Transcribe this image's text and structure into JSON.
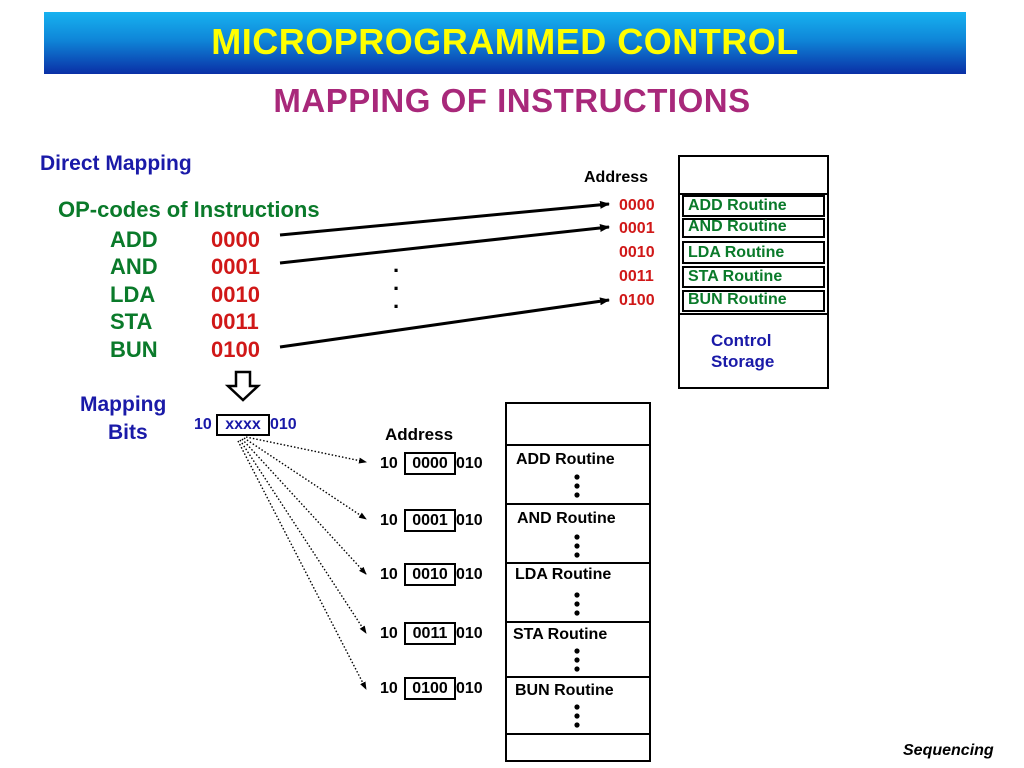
{
  "title": "MICROPROGRAMMED  CONTROL",
  "subtitle": "MAPPING  OF  INSTRUCTIONS",
  "direct_mapping": {
    "heading": "Direct Mapping",
    "opcodes_heading": "OP-codes of Instructions",
    "instructions": [
      {
        "name": "ADD",
        "code": "0000"
      },
      {
        "name": "AND",
        "code": "0001"
      },
      {
        "name": "LDA",
        "code": "0010"
      },
      {
        "name": "STA",
        "code": "0011"
      },
      {
        "name": "BUN",
        "code": "0100"
      }
    ],
    "ellipsis": ".",
    "address_label": "Address",
    "addresses": [
      "0000",
      "0001",
      "0010",
      "0011",
      "0100"
    ],
    "routines": [
      "ADD Routine",
      "AND Routine",
      "LDA Routine",
      "STA Routine",
      "BUN Routine"
    ],
    "storage_label_line1": "Control",
    "storage_label_line2": "Storage"
  },
  "mapping_bits": {
    "label_line1": "Mapping",
    "label_line2": "Bits",
    "pattern": {
      "prefix": "10",
      "field": "xxxx",
      "suffix": "010"
    },
    "address_label": "Address",
    "addresses": [
      {
        "prefix": "10",
        "field": "0000",
        "suffix": "010"
      },
      {
        "prefix": "10",
        "field": "0001",
        "suffix": "010"
      },
      {
        "prefix": "10",
        "field": "0010",
        "suffix": "010"
      },
      {
        "prefix": "10",
        "field": "0011",
        "suffix": "010"
      },
      {
        "prefix": "10",
        "field": "0100",
        "suffix": "010"
      }
    ],
    "routines": [
      "ADD Routine",
      "AND Routine",
      "LDA Routine",
      "STA Routine",
      "BUN Routine"
    ]
  },
  "footer": "Sequencing",
  "colors": {
    "banner_text": "#ffff00",
    "subtitle": "#a8287a",
    "heading_blue": "#1a1aa8",
    "green": "#0a7a2a",
    "red": "#d01818"
  }
}
